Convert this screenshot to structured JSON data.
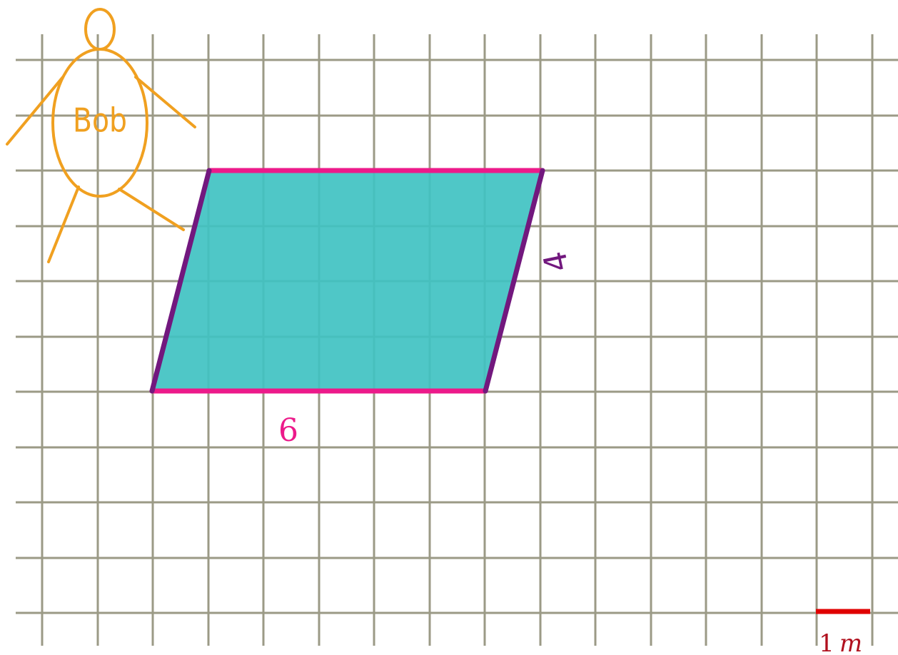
{
  "figure": {
    "character_name": "Bob",
    "base_label": "6",
    "side_label": "4",
    "scale": {
      "number": "1",
      "unit": "m"
    }
  },
  "colors": {
    "grid": "#9b9a86",
    "shape_fill": "#40c2c2",
    "base_edges": "#ec1a8a",
    "slant_edges": "#72187e",
    "figure": "#f0a020",
    "scale_bar": "#e00000",
    "scale_text": "#b0101e"
  }
}
